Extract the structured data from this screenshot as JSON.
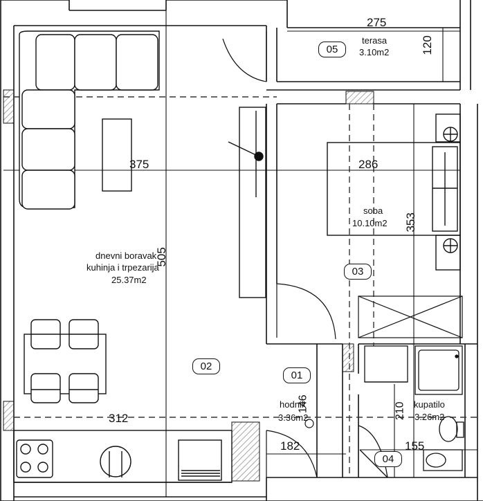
{
  "plan": {
    "dimensions": {
      "d275": "275",
      "d120": "120",
      "d375": "375",
      "d286": "286",
      "d353": "353",
      "d505": "505",
      "d312": "312",
      "d182": "182",
      "d155": "155",
      "d210": "210",
      "d146": "146"
    },
    "rooms": {
      "r01": {
        "number": "01",
        "name": "hodnik",
        "area": "3.36m2"
      },
      "r02": {
        "number": "02",
        "name_line1": "dnevni boravak",
        "name_line2": "kuhinja i trpezarija",
        "area": "25.37m2"
      },
      "r03": {
        "number": "03",
        "name": "soba",
        "area": "10.10m2"
      },
      "r04": {
        "number": "04",
        "name": "kupatilo",
        "area": "3.26m2"
      },
      "r05": {
        "number": "05",
        "name": "terasa",
        "area": "3.10m2"
      }
    },
    "colors": {
      "line": "#111111",
      "dashed": "#333333",
      "hatch": "#888888",
      "background": "#ffffff"
    }
  }
}
